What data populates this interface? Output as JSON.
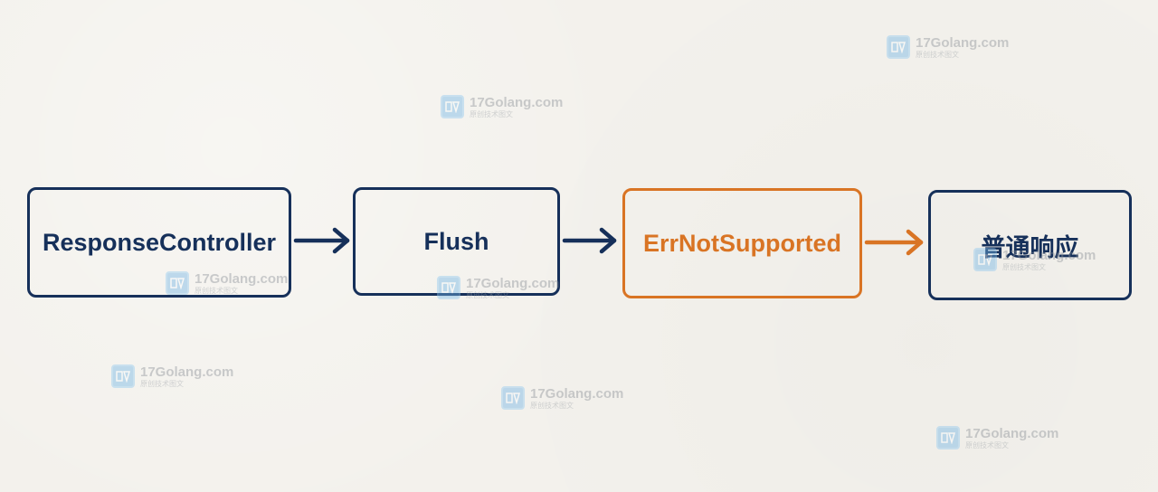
{
  "nodes": [
    {
      "label": "ResponseController",
      "color": "#16305a"
    },
    {
      "label": "Flush",
      "color": "#16305a"
    },
    {
      "label": "ErrNotSupported",
      "color": "#d97424"
    },
    {
      "label": "普通响应",
      "color": "#16305a"
    }
  ],
  "edges": [
    {
      "from": "ResponseController",
      "to": "Flush",
      "color": "#16305a"
    },
    {
      "from": "Flush",
      "to": "ErrNotSupported",
      "color": "#16305a"
    },
    {
      "from": "ErrNotSupported",
      "to": "普通响应",
      "color": "#d97424"
    }
  ],
  "watermark": {
    "title": "17Golang.com",
    "subtitle": "原创技术图文",
    "icon": "watermark-logo-icon"
  },
  "colors": {
    "background": "#f3f1ec",
    "primary": "#16305a",
    "accent": "#d97424"
  }
}
